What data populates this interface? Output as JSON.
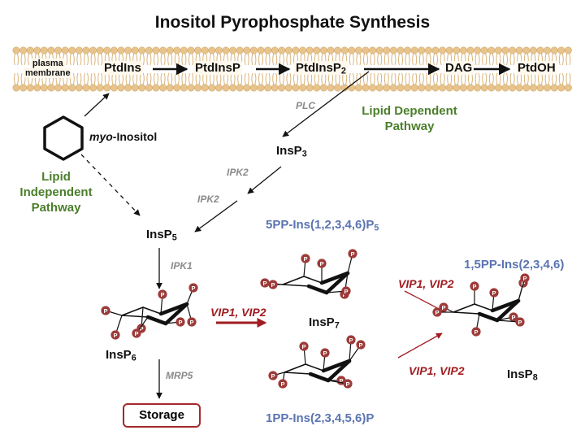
{
  "title": "Inositol Pyrophosphate Synthesis",
  "membrane": {
    "label_line1": "plasma",
    "label_line2": "membrane",
    "lipids": [
      "PtdIns",
      "PtdInsP",
      "PtdInsP",
      "DAG",
      "PtdOH"
    ],
    "ptdinsp2_sub": "2"
  },
  "molecules": {
    "myo_italic": "myo",
    "myo_rest": "-Inositol",
    "insp3": "InsP",
    "insp3_sub": "3",
    "insp5": "InsP",
    "insp5_sub": "5",
    "insp6": "InsP",
    "insp6_sub": "6",
    "insp7": "InsP",
    "insp7_sub": "7",
    "insp8": "InsP",
    "insp8_sub": "8"
  },
  "enzymes": {
    "plc": "PLC",
    "ipk2_a": "IPK2",
    "ipk2_b": "IPK2",
    "ipk1": "IPK1",
    "mrp5": "MRP5"
  },
  "pathways": {
    "lipid_dependent_l1": "Lipid Dependent",
    "lipid_dependent_l2": "Pathway",
    "lipid_independent_l1": "Lipid",
    "lipid_independent_l2": "Independent",
    "lipid_independent_l3": "Pathway"
  },
  "isomers": {
    "pp5": "5PP-Ins(1,2,3,4,6)P",
    "pp5_sub": "5",
    "pp1": "1PP-Ins(2,3,4,5,6)P",
    "pp15": "1,5PP-Ins(2,3,4,6)"
  },
  "kinases": {
    "center": "VIP1, VIP2",
    "upper": "VIP1, VIP2",
    "lower": "VIP1, VIP2"
  },
  "storage": "Storage",
  "phosphate_symbol": "P",
  "colors": {
    "arrow": "#111111",
    "kinase_red": "#a11d21",
    "pathway_green": "#4b7f2a",
    "isomer_blue": "#5b74b2",
    "enzyme_gray": "#8a8a8a",
    "phosphate_fill": "#9c3b39",
    "lipid_head": "#e8c48c"
  }
}
